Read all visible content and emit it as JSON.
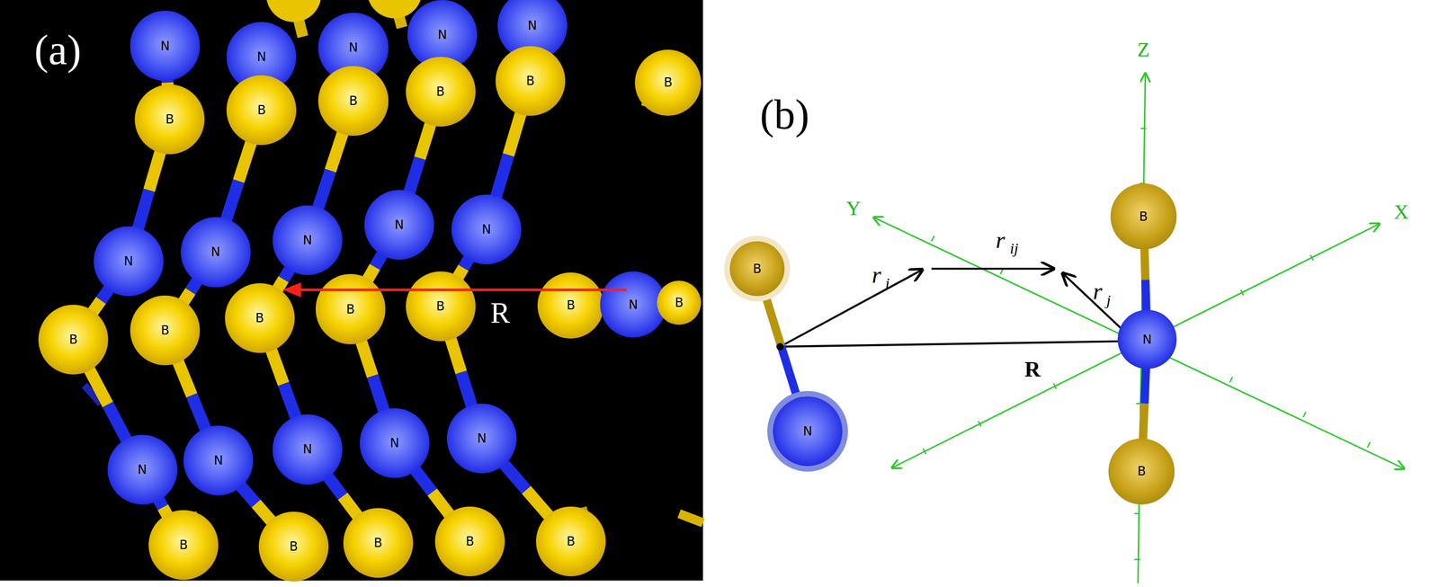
{
  "diagram": {
    "nodes": [
      {
        "text": [
          "N"
        ]
      },
      {
        "text": [
          "N"
        ]
      },
      {
        "text": [
          "N"
        ]
      },
      {
        "text": [
          "N"
        ]
      },
      {
        "text": [
          "N"
        ]
      },
      {
        "text": [
          "B"
        ]
      },
      {
        "text": [
          "B"
        ]
      },
      {
        "text": [
          "B"
        ]
      },
      {
        "text": [
          "B"
        ]
      },
      {
        "text": [
          "B"
        ]
      },
      {
        "text": [
          "B"
        ]
      },
      {
        "text": [
          "N"
        ]
      },
      {
        "text": [
          "N"
        ]
      },
      {
        "text": [
          "N"
        ]
      },
      {
        "text": [
          "N"
        ]
      },
      {
        "text": [
          "N"
        ]
      },
      {
        "text": [
          "B"
        ]
      },
      {
        "text": [
          "B"
        ]
      },
      {
        "text": [
          "B"
        ]
      },
      {
        "text": [
          "B"
        ]
      },
      {
        "text": [
          "B"
        ]
      },
      {
        "text": [
          "B"
        ]
      },
      {
        "text": [
          "N"
        ]
      },
      {
        "text": [
          "B"
        ]
      },
      {
        "text": [
          "N"
        ]
      },
      {
        "text": [
          "N"
        ]
      },
      {
        "text": [
          "N"
        ]
      },
      {
        "text": [
          "N"
        ]
      },
      {
        "text": [
          "N"
        ]
      },
      {
        "text": [
          "B"
        ]
      },
      {
        "text": [
          "B"
        ]
      },
      {
        "text": [
          "B"
        ]
      },
      {
        "text": [
          "B"
        ]
      },
      {
        "text": [
          "B"
        ]
      },
      {
        "text": [
          "B"
        ]
      },
      {
        "text": [
          "N"
        ]
      },
      {
        "text": [
          "B"
        ]
      },
      {
        "text": [
          "N"
        ]
      },
      {
        "text": [
          "B"
        ]
      }
    ],
    "edges": [
      {
        "from": 0,
        "to": 5,
        "arrow": "none"
      },
      {
        "from": 5,
        "to": 11,
        "arrow": "none"
      },
      {
        "from": 11,
        "to": 16,
        "arrow": "none"
      },
      {
        "from": 16,
        "to": 24,
        "arrow": "none"
      },
      {
        "from": 24,
        "to": 29,
        "arrow": "none"
      },
      {
        "from": 1,
        "to": 6,
        "arrow": "none"
      },
      {
        "from": 6,
        "to": 12,
        "arrow": "none"
      },
      {
        "from": 12,
        "to": 17,
        "arrow": "none"
      },
      {
        "from": 17,
        "to": 25,
        "arrow": "none"
      },
      {
        "from": 25,
        "to": 30,
        "arrow": "none"
      },
      {
        "from": 2,
        "to": 7,
        "arrow": "none"
      },
      {
        "from": 7,
        "to": 13,
        "arrow": "none"
      },
      {
        "from": 13,
        "to": 18,
        "arrow": "none"
      },
      {
        "from": 18,
        "to": 26,
        "arrow": "none"
      },
      {
        "from": 26,
        "to": 31,
        "arrow": "none"
      },
      {
        "from": 3,
        "to": 8,
        "arrow": "none"
      },
      {
        "from": 8,
        "to": 14,
        "arrow": "none"
      },
      {
        "from": 14,
        "to": 19,
        "arrow": "none"
      },
      {
        "from": 19,
        "to": 27,
        "arrow": "none"
      },
      {
        "from": 27,
        "to": 32,
        "arrow": "none"
      },
      {
        "from": 4,
        "to": 9,
        "arrow": "none"
      },
      {
        "from": 9,
        "to": 15,
        "arrow": "none"
      },
      {
        "from": 15,
        "to": 20,
        "arrow": "none"
      },
      {
        "from": 20,
        "to": 28,
        "arrow": "none"
      },
      {
        "from": 28,
        "to": 33,
        "arrow": "none"
      },
      {
        "from": 21,
        "to": 22,
        "arrow": "none"
      },
      {
        "from": 22,
        "to": 23,
        "arrow": "none"
      },
      {
        "from": 34,
        "to": 35,
        "arrow": "none"
      },
      {
        "from": 36,
        "to": 37,
        "arrow": "none"
      },
      {
        "from": 37,
        "to": 38,
        "arrow": "none"
      }
    ],
    "labels": [
      "(a)",
      "R",
      "(b)",
      "r",
      "i",
      "r",
      "ij",
      "r",
      "j",
      "R",
      "Z",
      "Y",
      "X"
    ]
  }
}
